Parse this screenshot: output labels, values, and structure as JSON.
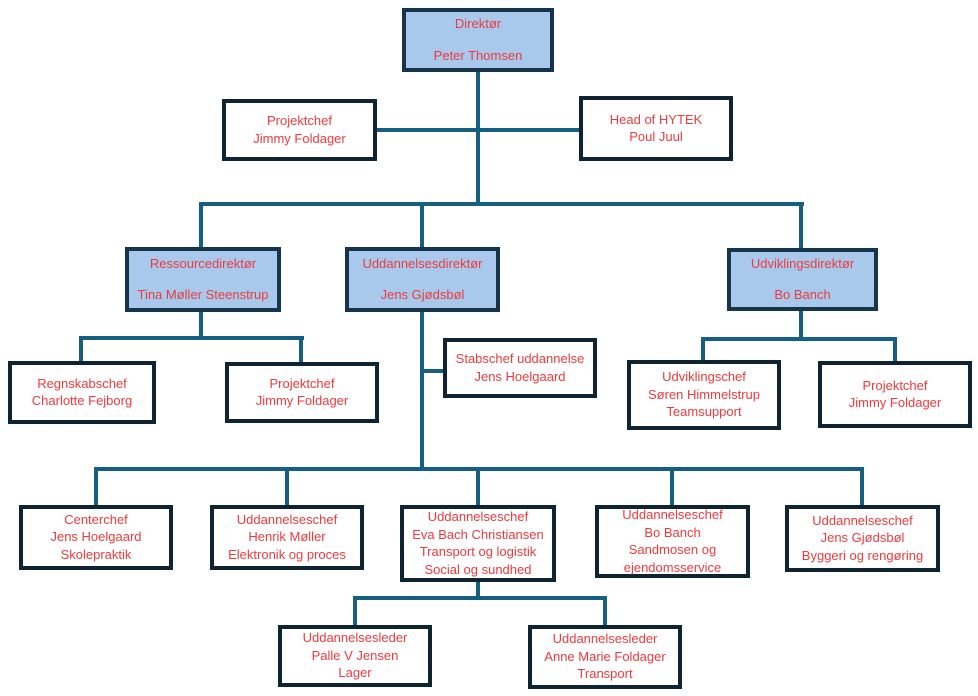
{
  "diagram": {
    "type": "org-chart",
    "colors": {
      "node_fill_primary": "#a9c9ec",
      "node_fill_secondary": "#ffffff",
      "node_border_primary": "#16344c",
      "node_border_secondary": "#0e2433",
      "connector": "#156082",
      "text": "#ee3a3c",
      "background": "#ffffff"
    },
    "nodes": [
      {
        "id": "direktor",
        "style": "primary",
        "parent": null,
        "lines": [
          "Direktør",
          "Peter Thomsen"
        ]
      },
      {
        "id": "projektchef-stab",
        "style": "secondary",
        "parent": "direktor",
        "lines": [
          "Projektchef",
          "Jimmy Foldager"
        ]
      },
      {
        "id": "head-of-hytek",
        "style": "secondary",
        "parent": "direktor",
        "lines": [
          "Head of HYTEK",
          "Poul Juul"
        ]
      },
      {
        "id": "ressourcedirektor",
        "style": "primary",
        "parent": "direktor",
        "lines": [
          "Ressourcedirektør",
          "Tina Møller Steenstrup"
        ]
      },
      {
        "id": "uddannelsesdirektor",
        "style": "primary",
        "parent": "direktor",
        "lines": [
          "Uddannelsesdirektør",
          "Jens Gjødsbøl"
        ]
      },
      {
        "id": "udviklingsdirektor",
        "style": "primary",
        "parent": "direktor",
        "lines": [
          "Udviklingsdirektør",
          "Bo Banch"
        ]
      },
      {
        "id": "regnskabschef",
        "style": "secondary",
        "parent": "ressourcedirektor",
        "lines": [
          "Regnskabschef",
          "Charlotte Fejborg"
        ]
      },
      {
        "id": "projektchef-ressource",
        "style": "secondary",
        "parent": "ressourcedirektor",
        "lines": [
          "Projektchef",
          "Jimmy Foldager"
        ]
      },
      {
        "id": "stabschef-uddannelse",
        "style": "secondary",
        "parent": "uddannelsesdirektor",
        "lines": [
          "Stabschef uddannelse",
          "Jens Hoelgaard"
        ]
      },
      {
        "id": "udviklingschef",
        "style": "secondary",
        "parent": "udviklingsdirektor",
        "lines": [
          "Udviklingschef",
          "Søren Himmelstrup",
          "Teamsupport"
        ]
      },
      {
        "id": "projektchef-udvikling",
        "style": "secondary",
        "parent": "udviklingsdirektor",
        "lines": [
          "Projektchef",
          "Jimmy Foldager"
        ]
      },
      {
        "id": "centerchef",
        "style": "secondary",
        "parent": "uddannelsesdirektor",
        "lines": [
          "Centerchef",
          "Jens Hoelgaard",
          "Skolepraktik"
        ]
      },
      {
        "id": "uddannelseschef-elektronik",
        "style": "secondary",
        "parent": "uddannelsesdirektor",
        "lines": [
          "Uddannelseschef",
          "Henrik Møller",
          "Elektronik og proces"
        ]
      },
      {
        "id": "uddannelseschef-transport",
        "style": "secondary",
        "parent": "uddannelsesdirektor",
        "lines": [
          "Uddannelseschef",
          "Eva Bach Christiansen",
          "Transport og logistik",
          "Social og sundhed"
        ]
      },
      {
        "id": "uddannelseschef-sandmosen",
        "style": "secondary",
        "parent": "uddannelsesdirektor",
        "lines": [
          "Uddannelseschef",
          "Bo Banch",
          "Sandmosen og",
          "ejendomsservice"
        ]
      },
      {
        "id": "uddannelseschef-byggeri",
        "style": "secondary",
        "parent": "uddannelsesdirektor",
        "lines": [
          "Uddannelseschef",
          "Jens Gjødsbøl",
          "Byggeri og rengøring"
        ]
      },
      {
        "id": "uddannelsesleder-lager",
        "style": "secondary",
        "parent": "uddannelseschef-transport",
        "lines": [
          "Uddannelsesleder",
          "Palle V Jensen",
          "Lager"
        ]
      },
      {
        "id": "uddannelsesleder-transport",
        "style": "secondary",
        "parent": "uddannelseschef-transport",
        "lines": [
          "Uddannelsesleder",
          "Anne Marie Foldager",
          "Transport"
        ]
      }
    ]
  }
}
